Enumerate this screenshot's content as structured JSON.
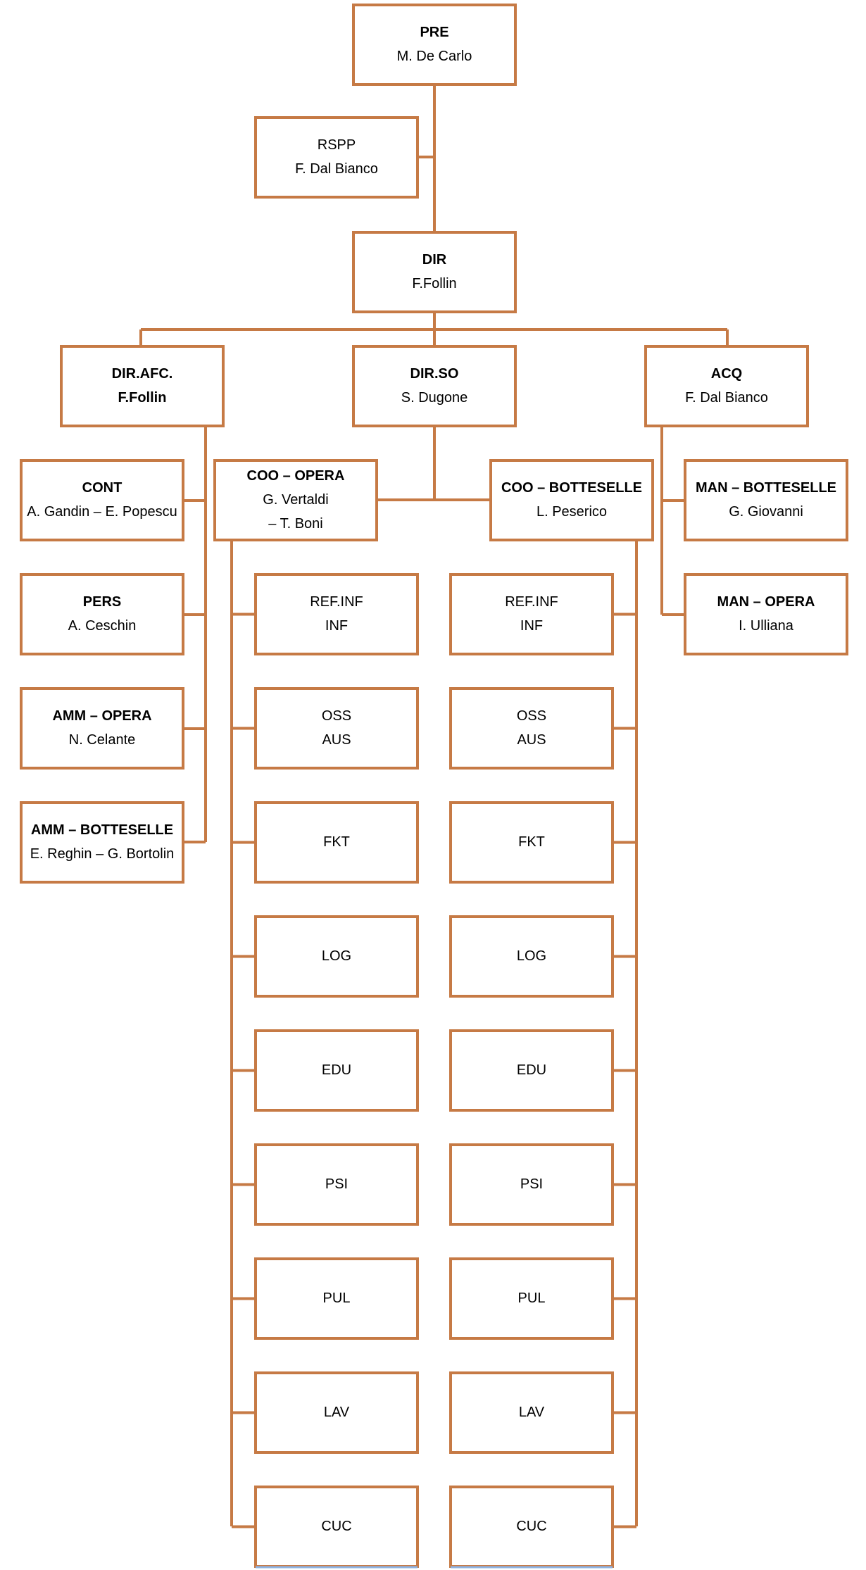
{
  "accent_color": "#c67a45",
  "nodes": {
    "pre": {
      "title": "PRE",
      "name": "M. De Carlo"
    },
    "rspp": {
      "title": "RSPP",
      "name": "F. Dal Bianco"
    },
    "dir": {
      "title": "DIR",
      "name": "F.Follin"
    },
    "dir_afc": {
      "title": "DIR.AFC.",
      "name": "F.Follin"
    },
    "dir_so": {
      "title": "DIR.SO",
      "name": "S. Dugone"
    },
    "acq": {
      "title": "ACQ",
      "name": "F. Dal Bianco"
    },
    "cont": {
      "title": "CONT",
      "name": "A. Gandin – E. Popescu"
    },
    "pers": {
      "title": "PERS",
      "name": "A. Ceschin"
    },
    "amm_opera": {
      "title": "AMM – OPERA",
      "name": "N. Celante"
    },
    "amm_botteselle": {
      "title": "AMM – BOTTESELLE",
      "name": "E. Reghin – G. Bortolin"
    },
    "coo_opera": {
      "title": "COO – OPERA",
      "name": "G. Vertaldi",
      "name2": "– T. Boni"
    },
    "coo_botteselle": {
      "title": "COO – BOTTESELLE",
      "name": "L. Peserico"
    },
    "man_botteselle": {
      "title": "MAN – BOTTESELLE",
      "name": "G. Giovanni"
    },
    "man_opera": {
      "title": "MAN – OPERA",
      "name": "I. Ulliana"
    }
  },
  "units_opera": [
    {
      "line1": "REF.INF",
      "line2": "INF"
    },
    {
      "line1": "OSS",
      "line2": "AUS"
    },
    {
      "line1": "FKT"
    },
    {
      "line1": "LOG"
    },
    {
      "line1": "EDU"
    },
    {
      "line1": "PSI"
    },
    {
      "line1": "PUL"
    },
    {
      "line1": "LAV"
    },
    {
      "line1": "CUC"
    }
  ],
  "units_botteselle": [
    {
      "line1": "REF.INF",
      "line2": "INF"
    },
    {
      "line1": "OSS",
      "line2": "AUS"
    },
    {
      "line1": "FKT"
    },
    {
      "line1": "LOG"
    },
    {
      "line1": "EDU"
    },
    {
      "line1": "PSI"
    },
    {
      "line1": "PUL"
    },
    {
      "line1": "LAV"
    },
    {
      "line1": "CUC"
    }
  ]
}
